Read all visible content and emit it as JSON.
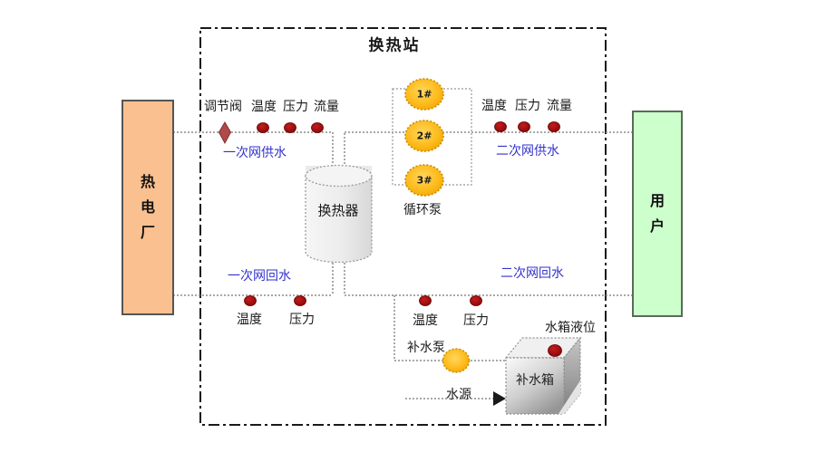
{
  "station": {
    "title": "换热站"
  },
  "plant": {
    "label": "热电厂"
  },
  "user": {
    "label": "用户"
  },
  "primary_supply": {
    "valve_label": "调节阀",
    "sensor_temperature": "温度",
    "sensor_pressure": "压力",
    "sensor_flow": "流量",
    "pipe_label": "一次网供水"
  },
  "secondary_supply": {
    "sensor_temperature": "温度",
    "sensor_pressure": "压力",
    "sensor_flow": "流量",
    "pipe_label": "二次网供水"
  },
  "primary_return": {
    "pipe_label": "一次网回水",
    "sensor_temperature": "温度",
    "sensor_pressure": "压力"
  },
  "secondary_return": {
    "pipe_label": "二次网回水",
    "sensor_temperature": "温度",
    "sensor_pressure": "压力"
  },
  "heat_exchanger": {
    "label": "换热器"
  },
  "circulation_pumps": {
    "pump_1": "1#",
    "pump_2": "2#",
    "pump_3": "3#",
    "group_label": "循环泵"
  },
  "makeup_water": {
    "pump_label": "补水泵",
    "tank_label": "补水箱",
    "tank_level_label": "水箱液位",
    "source_label": "水源"
  },
  "colors": {
    "plant_fill": "#FAC090",
    "user_fill": "#CCFFCC",
    "pump_fill": "#FFC21E",
    "sensor_fill": "#9B0C0C",
    "valve_fill": "#B04A4A",
    "pipe_label_text": "#3333CC",
    "pipe_line": "#8C8C8C",
    "boundary_line": "#1A1A1A"
  }
}
